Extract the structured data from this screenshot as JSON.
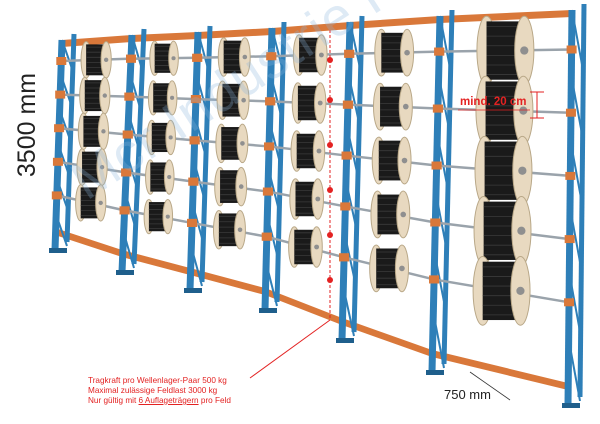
{
  "dimensions": {
    "height_label": "3500 mm",
    "depth_label": "750 mm",
    "spacing_label": "mind. 20 cm"
  },
  "info_text": {
    "line1": "Tragkraft pro Wellenlager-Paar 500 kg",
    "line2": "Maximal  zulässige Feldlast    3000 kg",
    "line3_prefix": "Nur gültig mit ",
    "line3_underlined": "6 Auflageträgern",
    "line3_suffix": " pro Feld"
  },
  "watermark": "Mcr Industrie Regal",
  "colors": {
    "upright_blue": "#2e7fb8",
    "beam_orange": "#d9783a",
    "reel_flange": "#e8d9c0",
    "cable_black": "#1a1a1a",
    "annotation_red": "#e32222"
  }
}
